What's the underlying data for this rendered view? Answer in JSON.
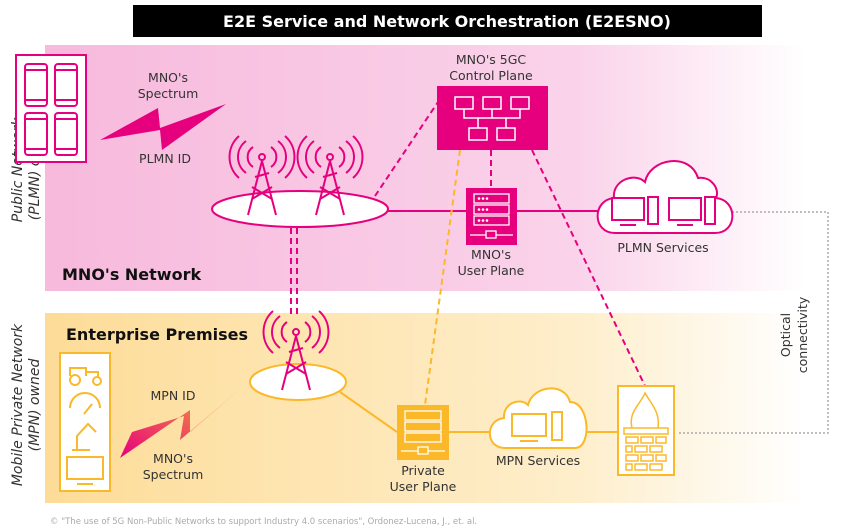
{
  "title": "E2E Service and Network Orchestration (E2ESNO)",
  "colors": {
    "magenta": "#e6007e",
    "orange": "#fbb829",
    "pink_band": "#f9c6e3",
    "orange_band": "#fde3a8",
    "title_bg": "#000000"
  },
  "public": {
    "side_label_1": "Public Network",
    "side_label_2": "(PLMN) owned",
    "network_label": "MNO's Network",
    "spectrum_1": "MNO's",
    "spectrum_2": "Spectrum",
    "plmn_id": "PLMN ID",
    "control_plane_1": "MNO's 5GC",
    "control_plane_2": "Control Plane",
    "user_plane_1": "MNO's",
    "user_plane_2": "User Plane",
    "services": "PLMN Services"
  },
  "private": {
    "side_label_1": "Mobile Private Network",
    "side_label_2": "(MPN) owned",
    "premises_label": "Enterprise Premises",
    "mpn_id": "MPN ID",
    "spectrum_1": "MNO's",
    "spectrum_2": "Spectrum",
    "user_plane_1": "Private",
    "user_plane_2": "User Plane",
    "services": "MPN Services"
  },
  "optical_1": "Optical",
  "optical_2": "connectivity",
  "caption": "© \"The use of 5G Non-Public Networks to support Industry 4.0 scenarios\", Ordonez-Lucena, J., et. al.",
  "icons": [
    "smartphone-icon",
    "cell-tower-icon",
    "server-icon",
    "network-hierarchy-icon",
    "cloud-icon",
    "computer-icon",
    "firewall-icon",
    "tractor-icon",
    "gauge-icon",
    "robot-arm-icon",
    "monitor-icon",
    "lightning-icon"
  ]
}
